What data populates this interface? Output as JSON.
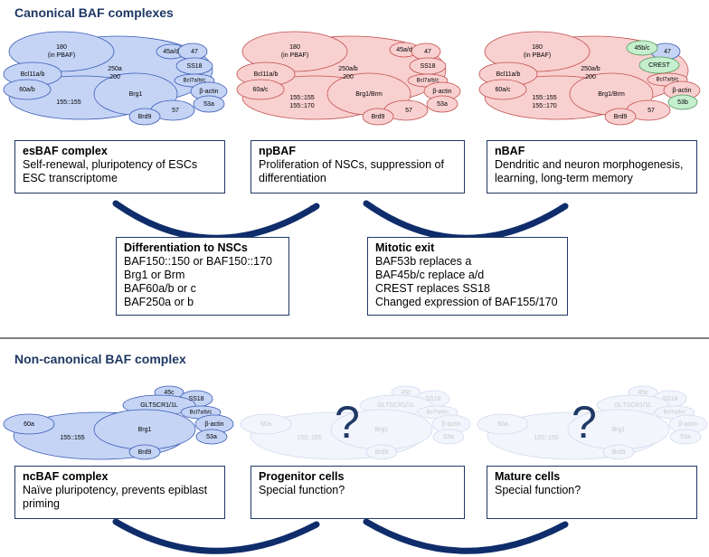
{
  "sections": {
    "canonical_title": "Canonical BAF complexes",
    "noncanonical_title": "Non-canonical BAF complex"
  },
  "colors": {
    "blue_fill": "#c5d4f5",
    "blue_stroke": "#3a5bb5",
    "pink_fill": "#f9d0d0",
    "pink_stroke": "#c0504d",
    "green_fill": "#c6efce",
    "green_stroke": "#4f9a5a",
    "heading": "#1f3864",
    "arrow": "#0f2d6b"
  },
  "complexes": {
    "esbaf": {
      "s180": "180",
      "s180b": "(in PBAF)",
      "s45": "45a/d",
      "s47": "47",
      "ss18": "SS18",
      "bcl11": "Bcl11a/b",
      "s250": "250a",
      "s200": "200",
      "bcl7": "Bcl7a/b/c",
      "s60": "60a/b",
      "s155a": "155::155",
      "brg": "Brg1",
      "bact": "β-actin",
      "s53": "53a",
      "brd9": "Brd9",
      "s57": "57"
    },
    "npbaf": {
      "s180": "180",
      "s180b": "(in PBAF)",
      "s45": "45a/d",
      "s47": "47",
      "ss18": "SS18",
      "bcl11": "Bcl11a/b",
      "s250": "250a/b",
      "s200": "200",
      "bcl7": "Bcl7a/b/c",
      "s60": "60a/c",
      "s155a": "155::155",
      "s155b": "155::170",
      "brg": "Brg1/Brm",
      "bact": "β-actin",
      "s53": "53a",
      "brd9": "Brd9",
      "s57": "57"
    },
    "nbaf": {
      "s180": "180",
      "s180b": "(in PBAF)",
      "s45": "45b/c",
      "s47": "47",
      "crest": "CREST",
      "bcl11": "Bcl11a/b",
      "s250": "250a/b",
      "s200": "200",
      "bcl7": "Bcl7a/b/c",
      "s60": "60a/c",
      "s155a": "155::155",
      "s155b": "155::170",
      "brg": "Brg1/Brm",
      "bact": "β-actin",
      "s53": "53b",
      "brd9": "Brd9",
      "s57": "57"
    },
    "ncbaf": {
      "s45": "45c",
      "ss18": "SS18",
      "glt": "GLTSCR1/1L",
      "bcl7": "Bcl7a/b/c",
      "s60": "60a",
      "s155a": "155::155",
      "brg": "Brg1",
      "bact": "β-actin",
      "s53": "53a",
      "brd9": "Brd9"
    },
    "question_mark": "?"
  },
  "panels": {
    "esbaf": {
      "title": "esBAF complex",
      "lines": [
        "Self-renewal, pluripotency  of ESCs",
        "ESC transcriptome"
      ]
    },
    "npbaf": {
      "title": "npBAF",
      "lines": [
        "Proliferation of NSCs, suppression of",
        "differentiation"
      ]
    },
    "nbaf": {
      "title": "nBAF",
      "lines": [
        "Dendritic and neuron morphogenesis,",
        "learning, long-term memory"
      ]
    },
    "diff": {
      "title": "Differentiation to NSCs",
      "lines": [
        "BAF150::150 or BAF150::170",
        "Brg1 or Brm",
        "BAF60a/b or c",
        "BAF250a or b"
      ]
    },
    "mitotic": {
      "title": "Mitotic exit",
      "lines": [
        "BAF53b replaces a",
        "BAF45b/c replace a/d",
        "CREST replaces SS18",
        "Changed expression of BAF155/170"
      ]
    },
    "ncbaf": {
      "title": "ncBAF complex",
      "lines": [
        "Naïve pluripotency, prevents epiblast",
        "priming"
      ]
    },
    "progenitor": {
      "title": "Progenitor cells",
      "lines": [
        "Special function?"
      ]
    },
    "mature": {
      "title": "Mature cells",
      "lines": [
        "Special function?"
      ]
    }
  }
}
